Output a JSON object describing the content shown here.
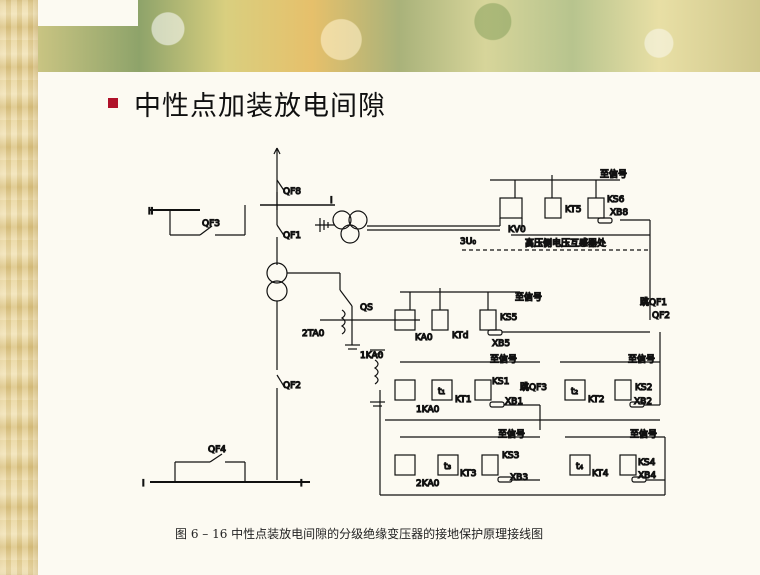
{
  "slide": {
    "title": "中性点加装放电间隙",
    "caption": "图 6 – 16   中性点装放电间隙的分级绝缘变压器的接地保护原理接线图"
  },
  "diagram": {
    "labels": {
      "bus2": "II",
      "bus1_left": "I",
      "bus1_right": "I",
      "qf8": "QF8",
      "qf1": "QF1",
      "qf3": "QF3",
      "qf2": "QF2",
      "qf4": "QF4",
      "bus_top": "I",
      "qs": "QS",
      "ta": "2TA0",
      "ka": "1KA0",
      "kv0": "KV0",
      "kt5": "KT5",
      "ks6": "KS6",
      "xb8": "XB8",
      "sig1": "至信号",
      "uo": "3U₀",
      "pt_label": "高压侧电压互感器处",
      "trip_qf1": "跳QF1",
      "trip_qf2": "QF2",
      "ka0_1": "KA0",
      "ktd": "KTd",
      "ks5": "KS5",
      "xb5": "XB5",
      "sig2": "至信号",
      "ka0_2": "1KA0",
      "t1": "t₁",
      "kt1": "KT1",
      "ks1": "KS1",
      "xb1": "XB1",
      "sig3": "至信号",
      "trip_qf3": "跳QF3",
      "t2": "t₂",
      "kt2": "KT2",
      "ks2": "KS2",
      "xb2": "XB2",
      "sig4": "至信号",
      "ka0_3": "2KA0",
      "t3": "t₃",
      "kt3": "KT3",
      "ks3": "KS3",
      "xb3": "XB3",
      "sig5": "至信号",
      "t4": "t₄",
      "kt4": "KT4",
      "ks4": "KS4",
      "xb4": "XB4",
      "sig6": "至信号"
    }
  }
}
